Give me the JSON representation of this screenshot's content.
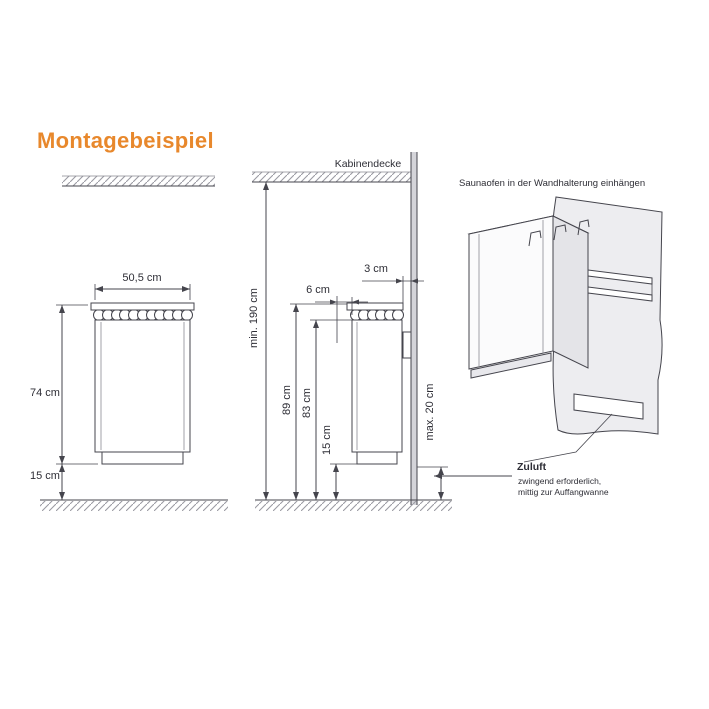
{
  "title": "Montagebeispiel",
  "colors": {
    "accent_orange": "#E8882C",
    "line": "#45454d",
    "hatch_gray": "#9b9ba3"
  },
  "front_view": {
    "width": "50,5 cm",
    "height": "74 cm",
    "floor_clearance": "15 cm"
  },
  "side_view": {
    "ceiling": "Kabinendecke",
    "min_room_height": "min. 190 cm",
    "wall_gap": "3 cm",
    "front_gap": "6 cm",
    "top_height": "89 cm",
    "body_height": "83 cm",
    "floor_clearance": "15 cm",
    "max_inlet_height": "max. 20 cm"
  },
  "iso_view": {
    "caption": "Saunaofen in der Wandhalterung einhängen",
    "air_inlet_label": "Zuluft",
    "air_inlet_note_line1": "zwingend erforderlich,",
    "air_inlet_note_line2": "mittig zur Auffangwanne"
  }
}
